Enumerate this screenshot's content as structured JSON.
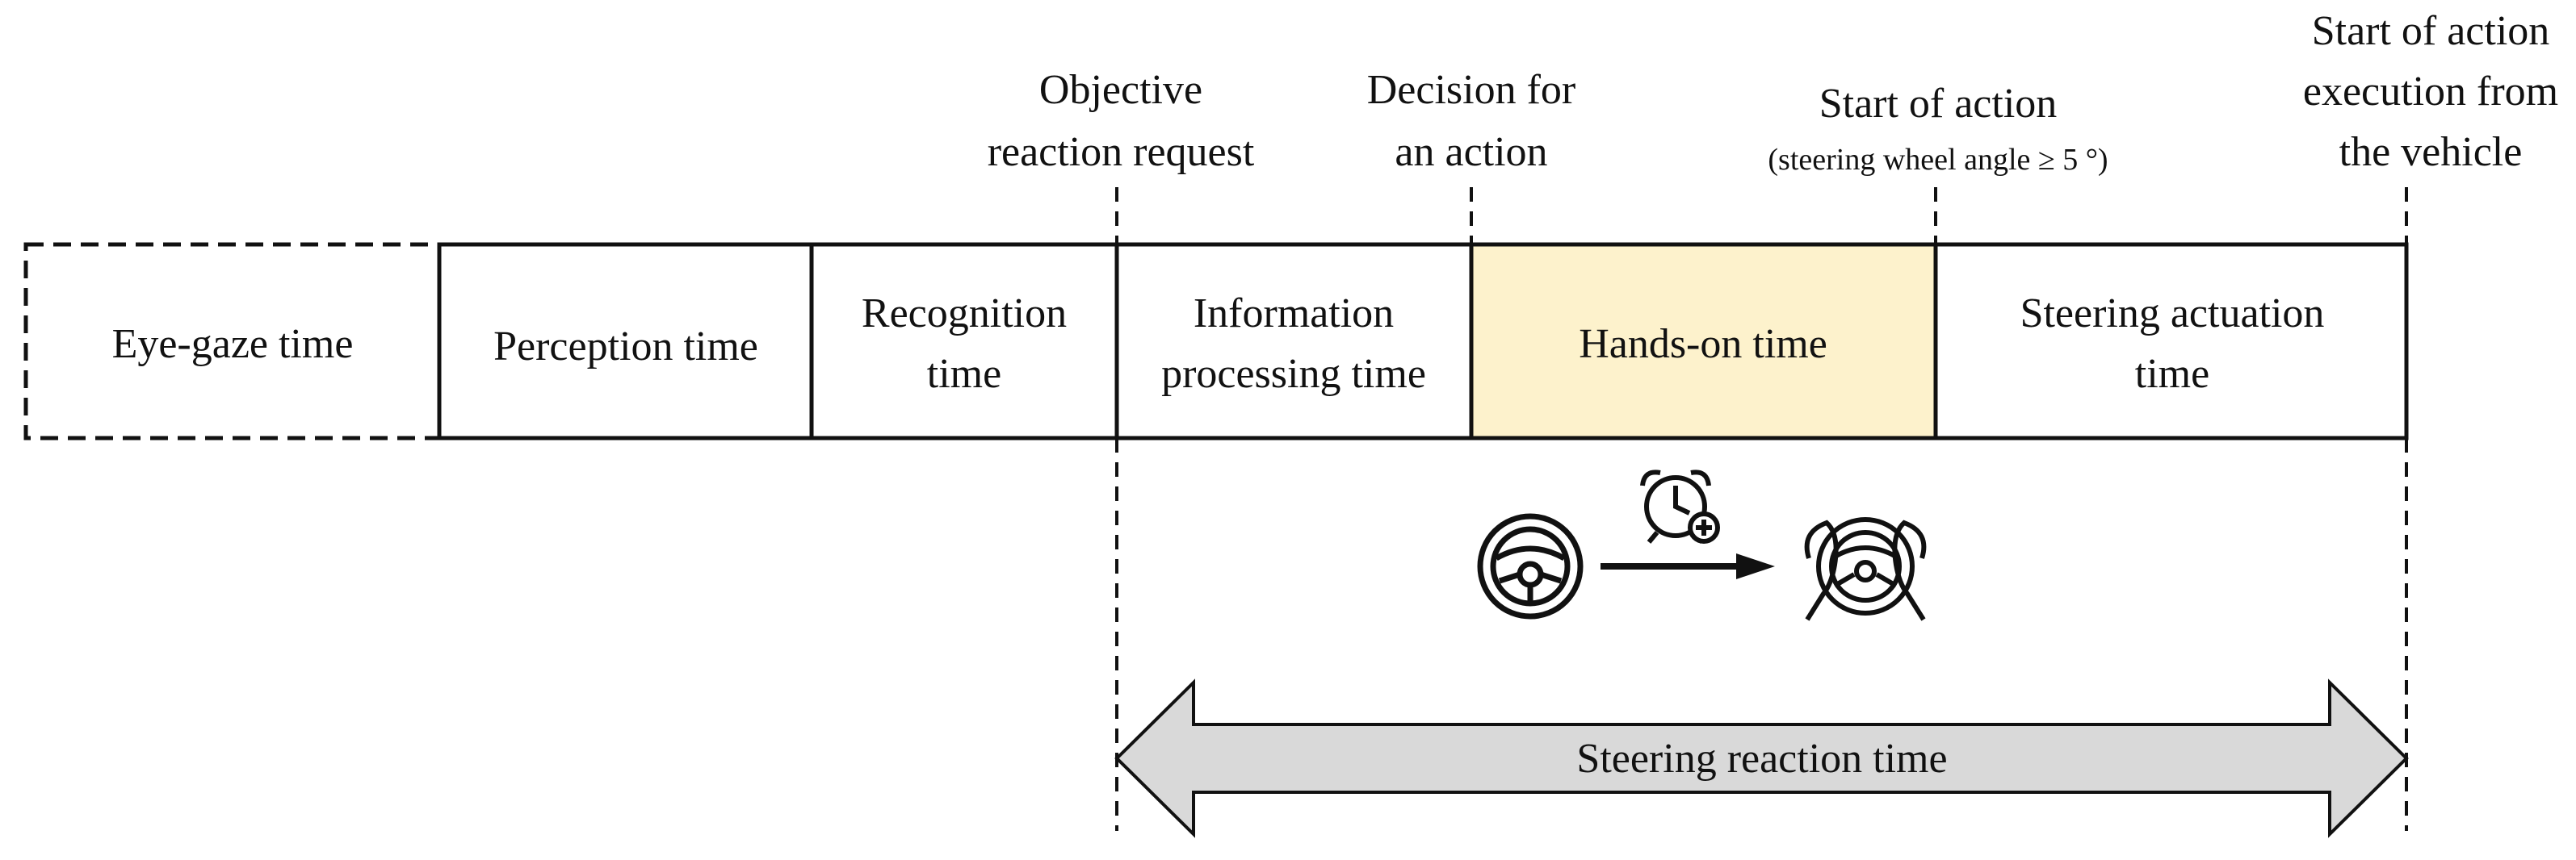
{
  "milestones": {
    "objective_request": [
      "Objective",
      "reaction request"
    ],
    "decision": [
      "Decision for",
      "an action"
    ],
    "start_action": [
      "Start of action",
      "(steering wheel angle ≥ 5 °)"
    ],
    "vehicle_action": [
      "Start of action",
      "execution from",
      "the vehicle"
    ]
  },
  "phases": [
    {
      "lines": [
        "Eye-gaze time"
      ]
    },
    {
      "lines": [
        "Perception time"
      ]
    },
    {
      "lines": [
        "Recognition",
        "time"
      ]
    },
    {
      "lines": [
        "Information",
        "processing time"
      ]
    },
    {
      "lines": [
        "Hands-on time"
      ]
    },
    {
      "lines": [
        "Steering actuation",
        "time"
      ]
    }
  ],
  "reaction_arrow": {
    "label": "Steering reaction time"
  },
  "icons": {
    "wheel": "steering-wheel-icon",
    "clock": "alarm-clock-plus-icon",
    "hands": "hands-on-wheel-icon"
  },
  "colors": {
    "highlight": "#fdf2cc",
    "arrow_fill": "#d9d9d9",
    "stroke": "#111111"
  }
}
